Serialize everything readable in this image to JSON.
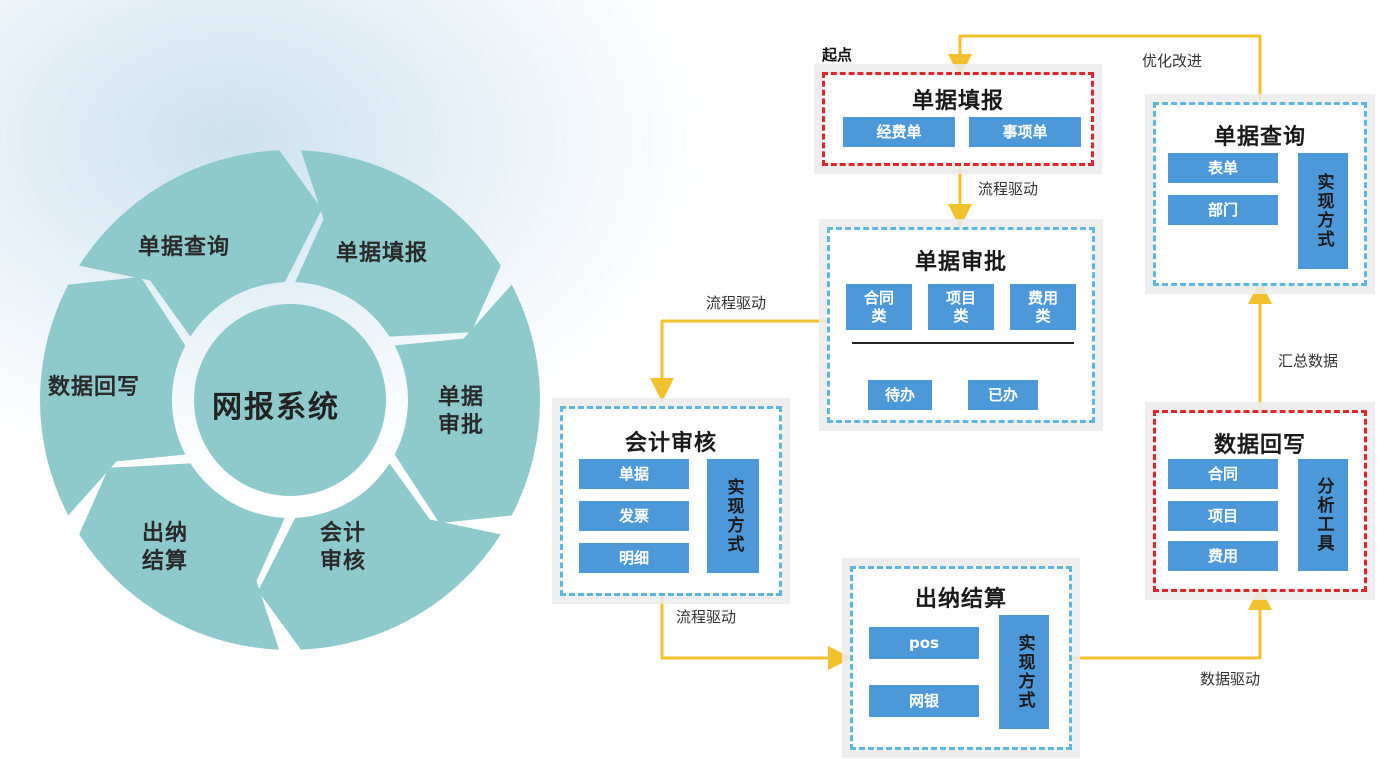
{
  "wheel": {
    "center": "网报系统",
    "segments": [
      {
        "id": "query",
        "label": "单据查询"
      },
      {
        "id": "fill",
        "label": "单据填报"
      },
      {
        "id": "approve",
        "label": "单据\n审批"
      },
      {
        "id": "audit",
        "label": "会计\n审核"
      },
      {
        "id": "settle",
        "label": "出纳\n结算"
      },
      {
        "id": "writeback",
        "label": "数据回写"
      }
    ]
  },
  "flow": {
    "start_label": "起点",
    "boxes": {
      "fill": {
        "title": "单据填报",
        "chips": [
          "经费单",
          "事项单"
        ]
      },
      "approve": {
        "title": "单据审批",
        "chips_top": [
          "合同\n类",
          "项目\n类",
          "费用\n类"
        ],
        "chips_bottom": [
          "待办",
          "已办"
        ]
      },
      "audit": {
        "title": "会计审核",
        "chips": [
          "单据",
          "发票",
          "明细"
        ],
        "side": "实现方式"
      },
      "settle": {
        "title": "出纳结算",
        "chips": [
          "pos",
          "网银"
        ],
        "side": "实现方式"
      },
      "writeback": {
        "title": "数据回写",
        "chips": [
          "合同",
          "项目",
          "费用"
        ],
        "side": "分析工具"
      },
      "query": {
        "title": "单据查询",
        "chips": [
          "表单",
          "部门"
        ],
        "side": "实现方式"
      }
    },
    "edge_labels": {
      "optimize": "优化改进",
      "fill_to_approve": "流程驱动",
      "approve_to_audit": "流程驱动",
      "audit_to_settle": "流程驱动",
      "settle_to_writeback": "数据驱动",
      "writeback_to_query": "汇总数据"
    }
  },
  "colors": {
    "wheel": "#8ec9cc",
    "chip": "#4d98d8",
    "arrow": "#f2c12e",
    "dashed_blue": "#5fb6e0",
    "dashed_red": "#e0262a"
  }
}
